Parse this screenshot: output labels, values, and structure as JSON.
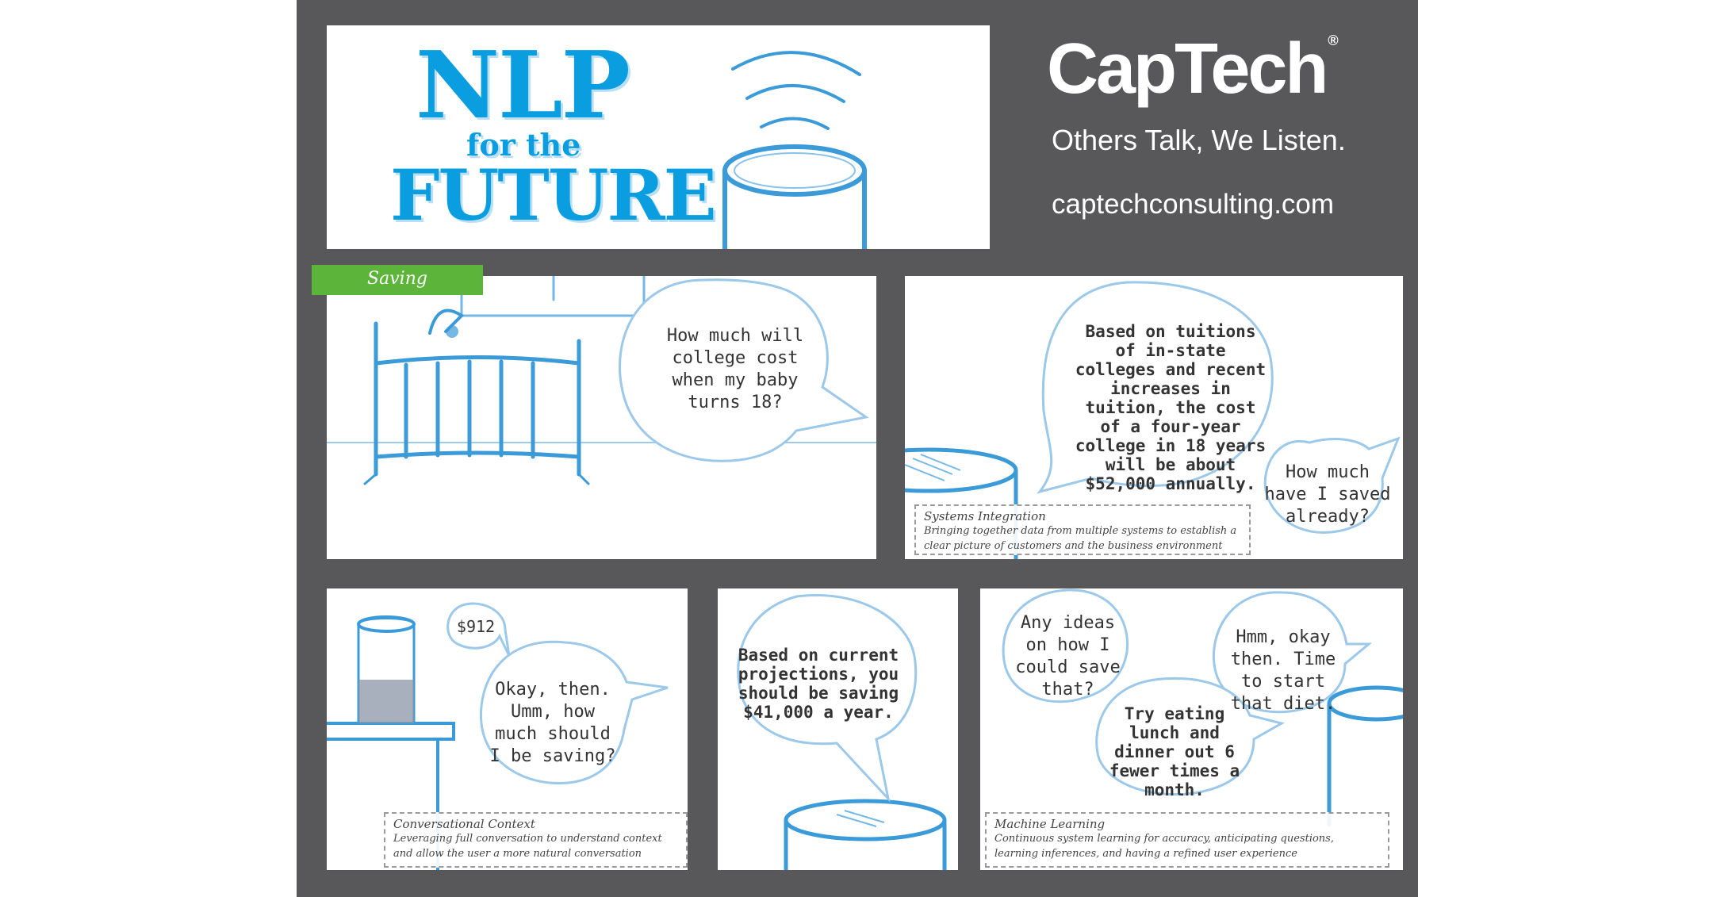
{
  "header": {
    "title_line1": "NLP",
    "title_line2": "for the",
    "title_line3": "FUTURE",
    "brand_name": "CapTech",
    "brand_reg": "®",
    "tagline": "Others Talk, We Listen.",
    "website": "captechconsulting.com"
  },
  "tag": {
    "label": "Saving"
  },
  "panels": {
    "p1": {
      "speech": "How much will college cost when my baby turns 18?"
    },
    "p2": {
      "reply": "Based on tuitions of in-state colleges and recent increases in tuition, the cost of a four-year college in 18 years will be about $52,000 annually.",
      "question": "How much have I saved already?",
      "caption_title": "Systems Integration",
      "caption_desc": "Bringing together data from multiple systems to establish a clear picture of customers and the business environment"
    },
    "p3": {
      "amount": "$912",
      "speech": "Okay, then. Umm, how much should I be saving?",
      "caption_title": "Conversational Context",
      "caption_desc": "Leveraging full conversation to understand context and allow the user a more natural conversation"
    },
    "p4": {
      "reply": "Based on current projections, you should be saving $41,000 a year."
    },
    "p5": {
      "question": "Any ideas on how I could save that?",
      "response": "Hmm, okay then. Time to start that diet.",
      "reply": "Try eating lunch and dinner out 6 fewer times a month.",
      "caption_title": "Machine Learning",
      "caption_desc": "Continuous system learning for accuracy, anticipating questions, learning inferences, and having a refined user experience"
    }
  },
  "colors": {
    "board": "#58585b",
    "accent_blue": "#0a9ee0",
    "sketch_blue": "#3b9ad8",
    "tag_green": "#5db43a"
  }
}
